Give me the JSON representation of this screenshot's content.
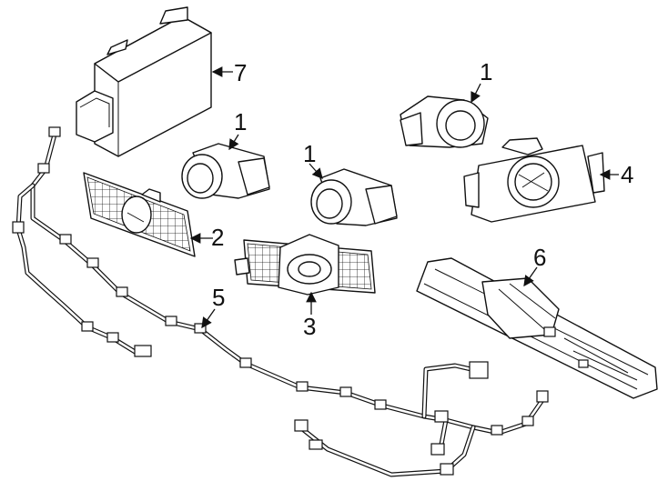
{
  "callouts": {
    "c1a": "1",
    "c1b": "1",
    "c1c": "1",
    "c2": "2",
    "c3": "3",
    "c4": "4",
    "c5": "5",
    "c6": "6",
    "c7": "7"
  }
}
